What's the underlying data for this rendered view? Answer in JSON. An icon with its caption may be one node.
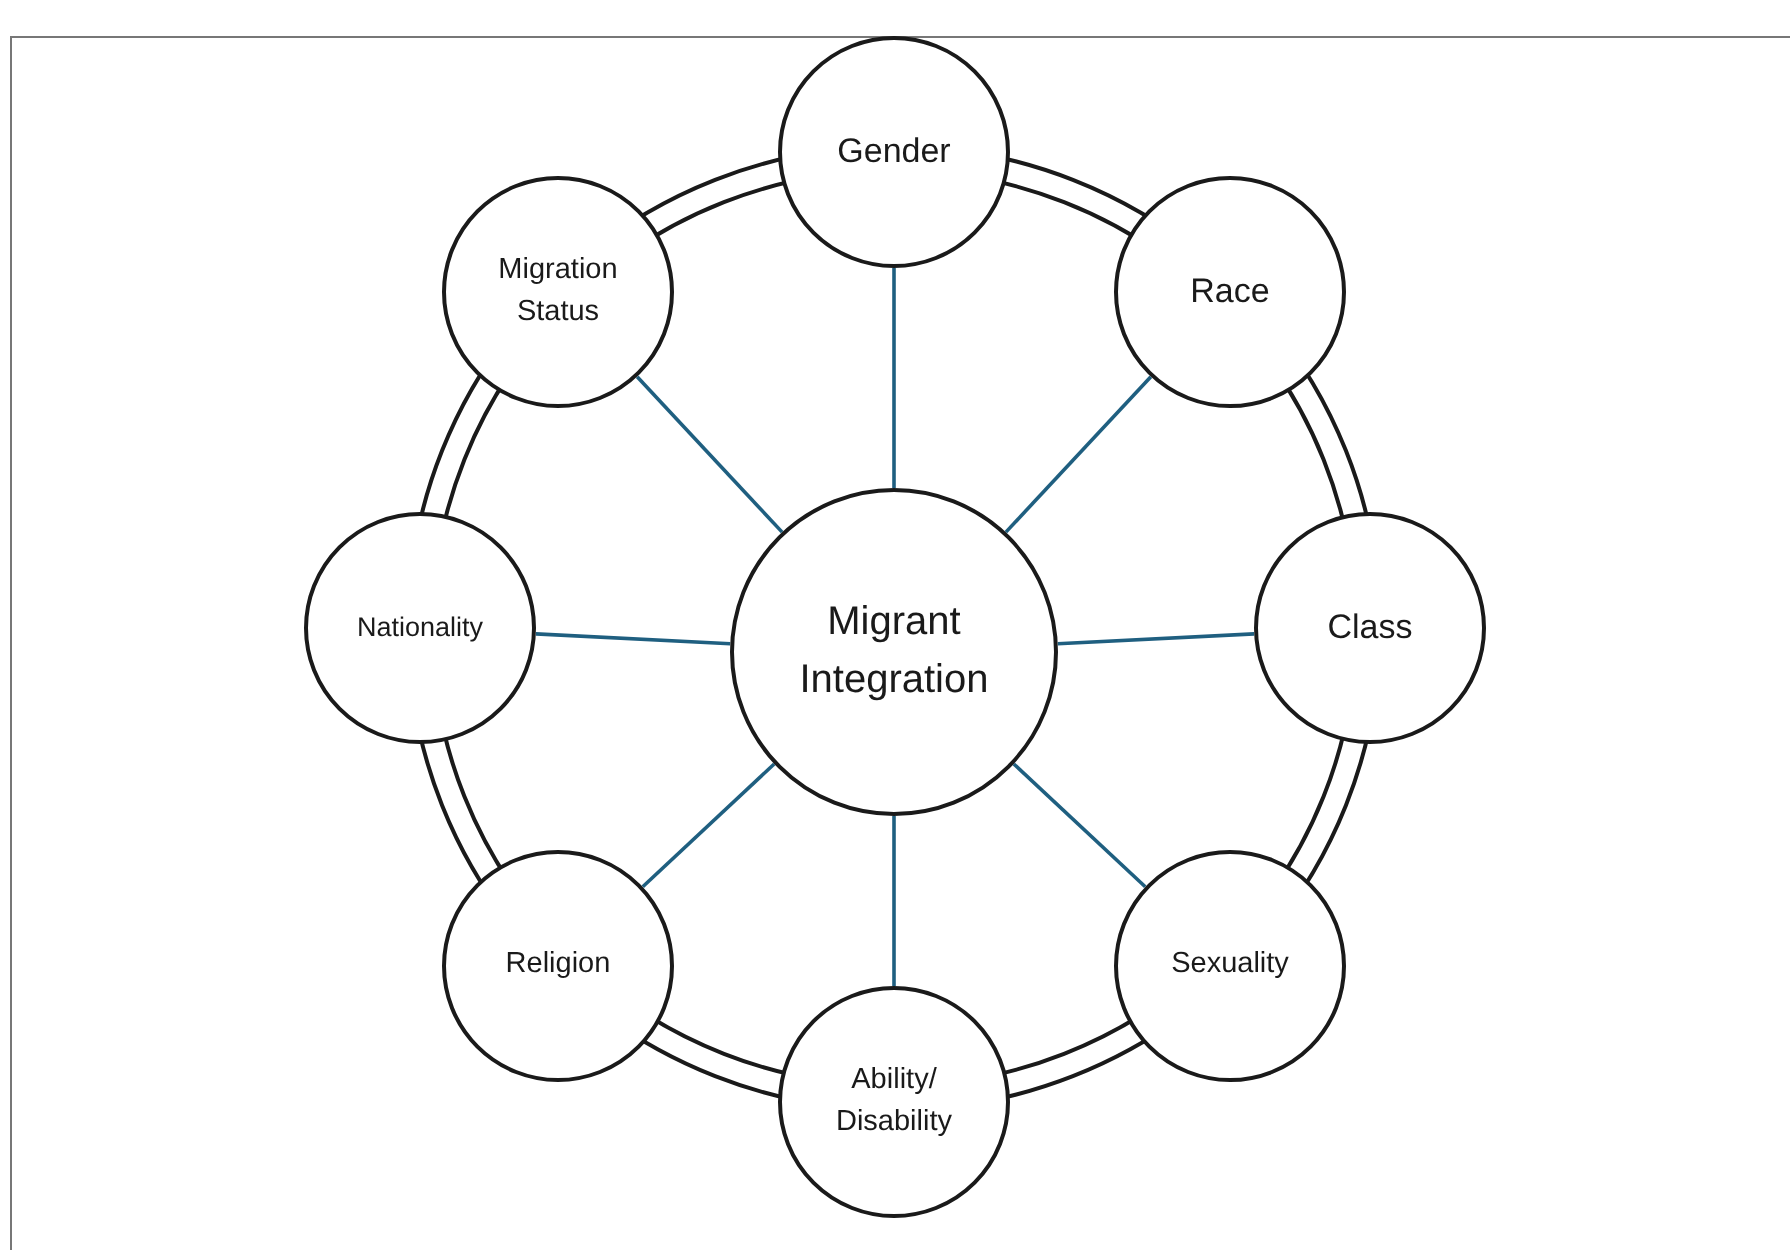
{
  "diagram": {
    "nodes": [
      {
        "text": [
          "Migrant Integration"
        ]
      },
      {
        "text": [
          "Gender"
        ]
      },
      {
        "text": [
          "Race"
        ]
      },
      {
        "text": [
          "Class"
        ]
      },
      {
        "text": [
          "Sexuality"
        ]
      },
      {
        "text": [
          "Ability/ Disability"
        ]
      },
      {
        "text": [
          "Religion"
        ]
      },
      {
        "text": [
          "Nationality"
        ]
      },
      {
        "text": [
          "Migration Status"
        ]
      }
    ],
    "edges": [
      {
        "from": 0,
        "to": 1,
        "arrow": "none"
      },
      {
        "from": 0,
        "to": 2,
        "arrow": "none"
      },
      {
        "from": 0,
        "to": 3,
        "arrow": "none"
      },
      {
        "from": 0,
        "to": 4,
        "arrow": "none"
      },
      {
        "from": 0,
        "to": 5,
        "arrow": "none"
      },
      {
        "from": 0,
        "to": 6,
        "arrow": "none"
      },
      {
        "from": 0,
        "to": 7,
        "arrow": "none"
      },
      {
        "from": 0,
        "to": 8,
        "arrow": "none"
      }
    ]
  }
}
